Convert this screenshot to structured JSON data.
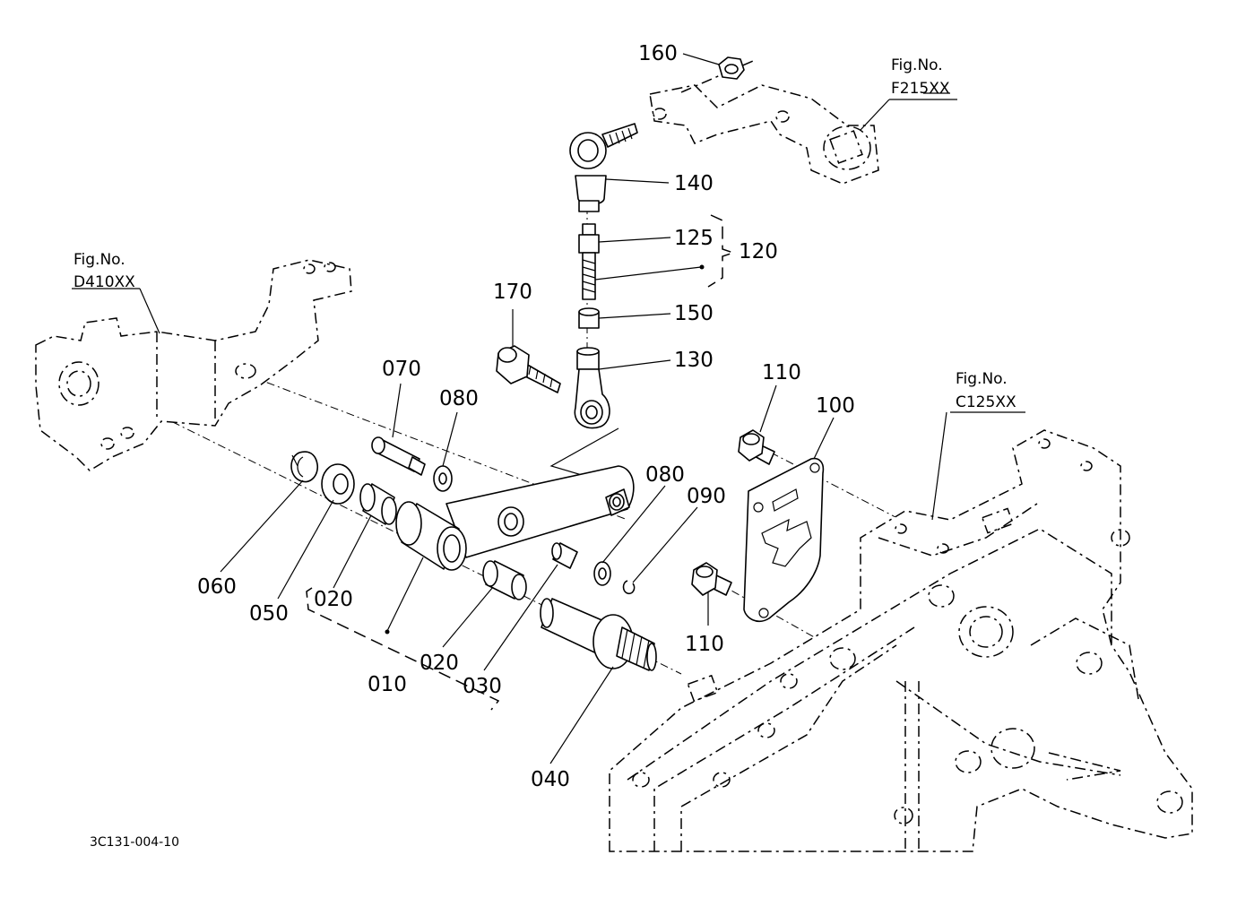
{
  "diagram_code": "3C131-004-10",
  "figure_refs": [
    {
      "top": "Fig.No.",
      "bottom": "F215XX"
    },
    {
      "top": "Fig.No.",
      "bottom": "D410XX"
    },
    {
      "top": "Fig.No.",
      "bottom": "C125XX"
    }
  ],
  "part_labels": {
    "p160": "160",
    "p140": "140",
    "p125": "125",
    "p120": "120",
    "p150": "150",
    "p130": "130",
    "p170": "170",
    "p110a": "110",
    "p100": "100",
    "p070": "070",
    "p080a": "080",
    "p080b": "080",
    "p090": "090",
    "p060": "060",
    "p050": "050",
    "p020a": "020",
    "p010": "010",
    "p020b": "020",
    "p030": "030",
    "p110b": "110",
    "p040": "040"
  }
}
